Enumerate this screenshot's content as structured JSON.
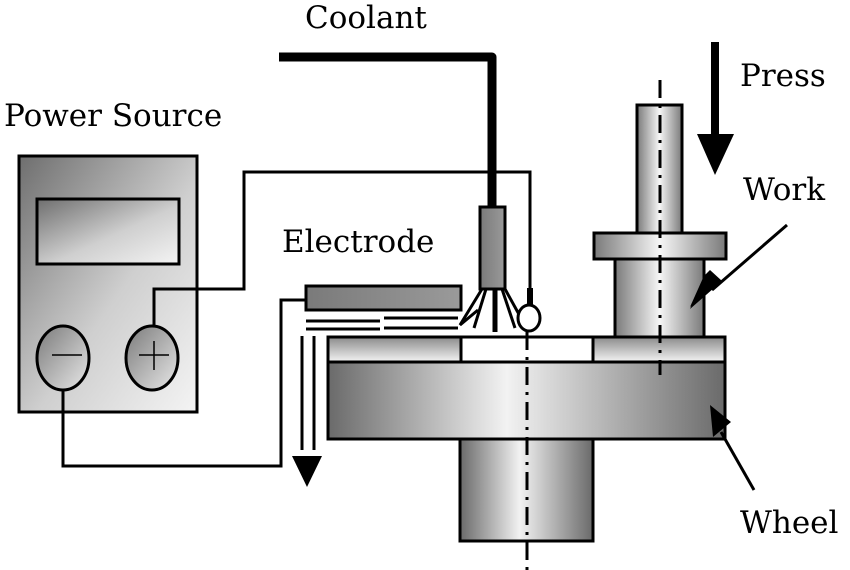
{
  "diagram": {
    "title": "ELID grinding setup schematic",
    "labels": {
      "coolant": "Coolant",
      "power_source": "Power Source",
      "electrode": "Electrode",
      "press": "Press",
      "work": "Work",
      "wheel": "Wheel"
    },
    "terminals": {
      "negative": "−",
      "positive": "+"
    },
    "colors": {
      "stroke": "#000000",
      "shade_dark": "#7a7a7a",
      "shade_light": "#f2f2f2",
      "background": "#ffffff"
    }
  }
}
